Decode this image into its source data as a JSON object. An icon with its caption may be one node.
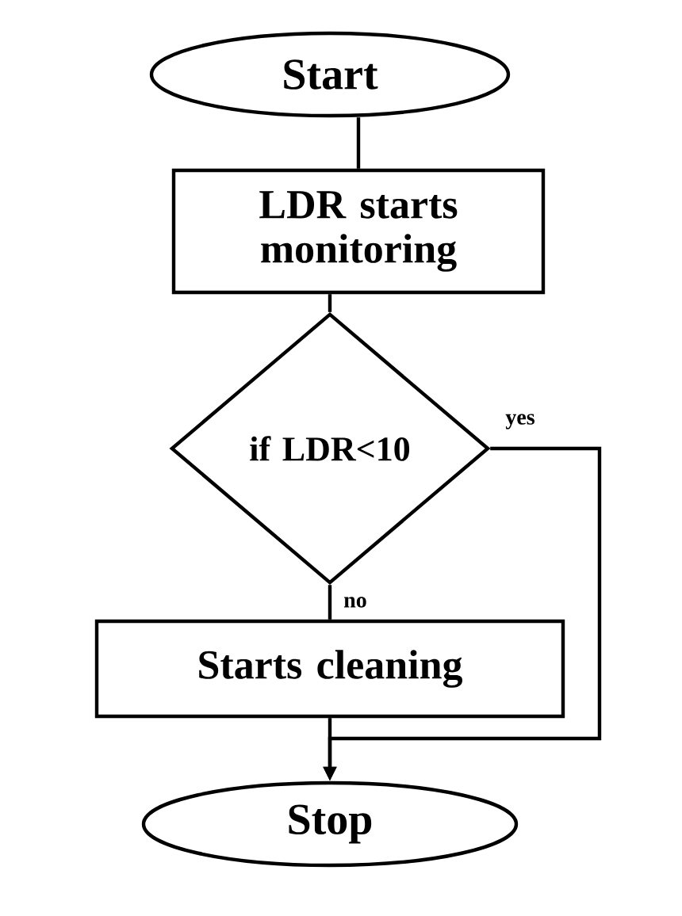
{
  "diagram": {
    "nodes": [
      {
        "text": [
          "Start"
        ]
      },
      {
        "text": [
          "LDR starts monitoring"
        ]
      },
      {
        "text": [
          "if LDR<10"
        ]
      },
      {
        "text": [
          "Starts cleaning"
        ]
      },
      {
        "text": [
          "Stop"
        ]
      }
    ],
    "edges": [
      {
        "from": 0,
        "to": 1,
        "arrow": "none"
      },
      {
        "from": 1,
        "to": 2,
        "arrow": "none"
      },
      {
        "from": 2,
        "to": 3,
        "arrow": "none",
        "label": "no"
      },
      {
        "from": 2,
        "to": 4,
        "arrow": "to",
        "label": "yes"
      },
      {
        "from": 3,
        "to": 4,
        "arrow": "to"
      }
    ]
  }
}
